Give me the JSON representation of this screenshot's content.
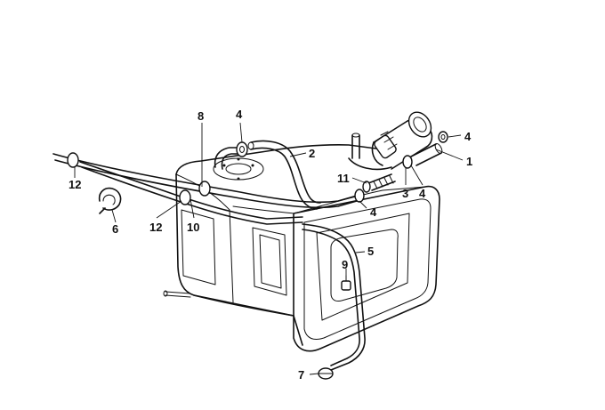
{
  "diagram": {
    "callouts": {
      "c1": "1",
      "c2": "2",
      "c3": "3",
      "c4a": "4",
      "c4b": "4",
      "c4c": "4",
      "c4d": "4",
      "c5": "5",
      "c6": "6",
      "c7": "7",
      "c8": "8",
      "c9": "9",
      "c10": "10",
      "c11": "11",
      "c12a": "12",
      "c12b": "12"
    }
  }
}
